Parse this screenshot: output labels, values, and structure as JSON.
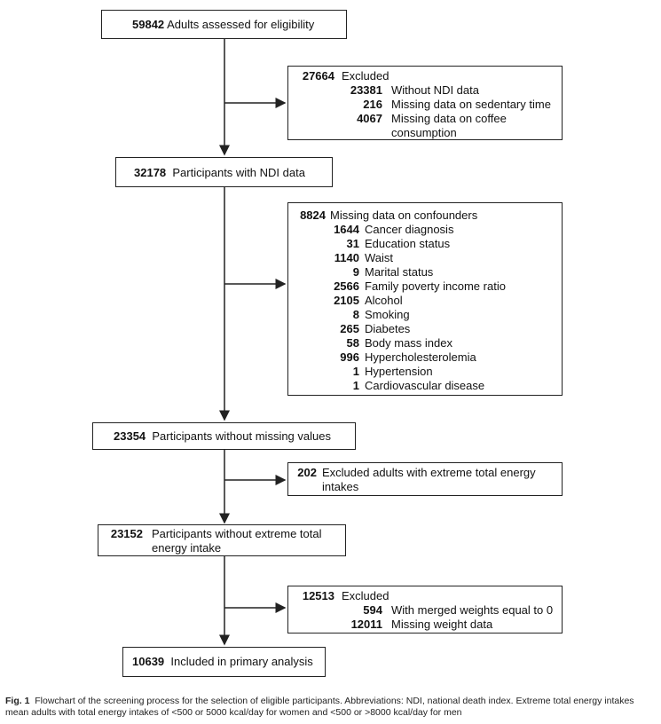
{
  "main_boxes": [
    {
      "num": "59842",
      "text": "Adults assessed for eligibility"
    },
    {
      "num": "32178",
      "text": "Participants with NDI data"
    },
    {
      "num": "23354",
      "text": "Participants without missing values"
    },
    {
      "num": "23152",
      "text": "Participants without extreme total",
      "text2": "energy intake"
    },
    {
      "num": "10639",
      "text": "Included in primary analysis"
    }
  ],
  "excl1": {
    "num": "27664",
    "text": "Excluded",
    "items": [
      {
        "num": "23381",
        "text": "Without NDI data"
      },
      {
        "num": "216",
        "text": "Missing data on sedentary time"
      },
      {
        "num": "4067",
        "text": "Missing data on coffee",
        "text2": "consumption"
      }
    ]
  },
  "excl2": {
    "num": "8824",
    "text": "Missing data on confounders",
    "items": [
      {
        "num": "1644",
        "text": "Cancer diagnosis"
      },
      {
        "num": "31",
        "text": "Education status"
      },
      {
        "num": "1140",
        "text": "Waist"
      },
      {
        "num": "9",
        "text": "Marital status"
      },
      {
        "num": "2566",
        "text": "Family poverty income ratio"
      },
      {
        "num": "2105",
        "text": "Alcohol"
      },
      {
        "num": "8",
        "text": "Smoking"
      },
      {
        "num": "265",
        "text": "Diabetes"
      },
      {
        "num": "58",
        "text": "Body mass index"
      },
      {
        "num": "996",
        "text": "Hypercholesterolemia"
      },
      {
        "num": "1",
        "text": "Hypertension"
      },
      {
        "num": "1",
        "text": "Cardiovascular disease"
      }
    ]
  },
  "excl3": {
    "num": "202",
    "text": "Excluded adults with extreme total energy",
    "text2": "intakes"
  },
  "excl4": {
    "num": "12513",
    "text": "Excluded",
    "items": [
      {
        "num": "594",
        "text": "With merged weights equal to 0"
      },
      {
        "num": "12011",
        "text": "Missing weight data"
      }
    ]
  },
  "caption": {
    "label": "Fig. 1",
    "text": "Flowchart of the screening process for the selection of eligible participants. Abbreviations: NDI, national death index. Extreme total energy intakes mean adults with total energy intakes of <500 or 5000 kcal/day for women and <500 or >8000 kcal/day for men"
  }
}
